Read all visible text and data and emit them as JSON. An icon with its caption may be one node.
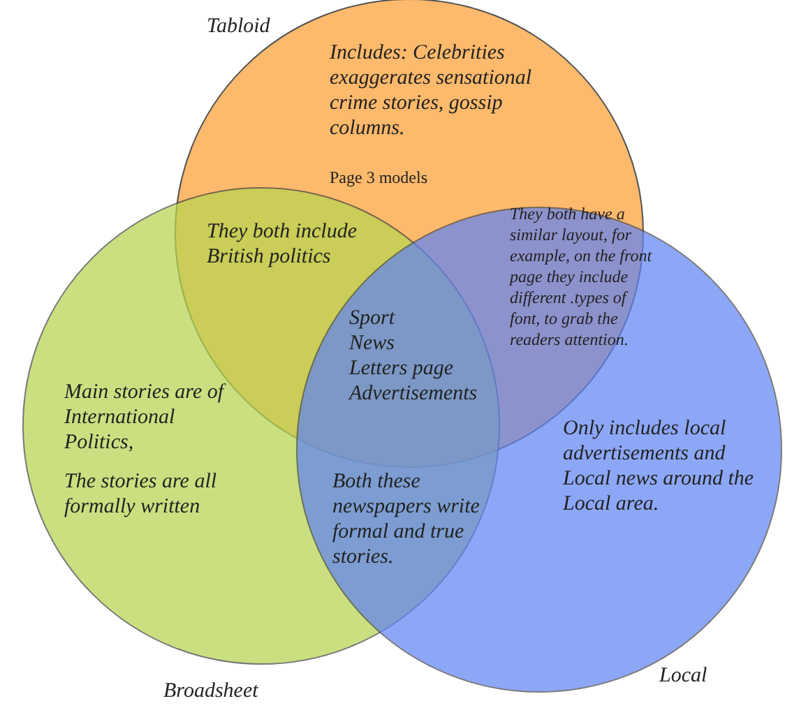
{
  "diagram": {
    "nodes": [
      {
        "text": [
          "Tabloid",
          "Includes: Celebrities exaggerates sensational crime stories, gossip columns.",
          "Page 3 models"
        ]
      },
      {
        "text": [
          "Main stories are of International Politics,",
          "The stories are all formally written",
          "Broadsheet"
        ]
      },
      {
        "text": [
          "Only includes local advertisements and Local news around the Local area.",
          "Local"
        ]
      }
    ],
    "labels": [
      "They both include British politics",
      "They both have a similar layout, for example, on the front page they include different .types of font, to grab the readers attention.",
      "Sport",
      "News",
      "Letters page",
      "Advertisements",
      "Both these newspapers write formal and true stories."
    ]
  }
}
